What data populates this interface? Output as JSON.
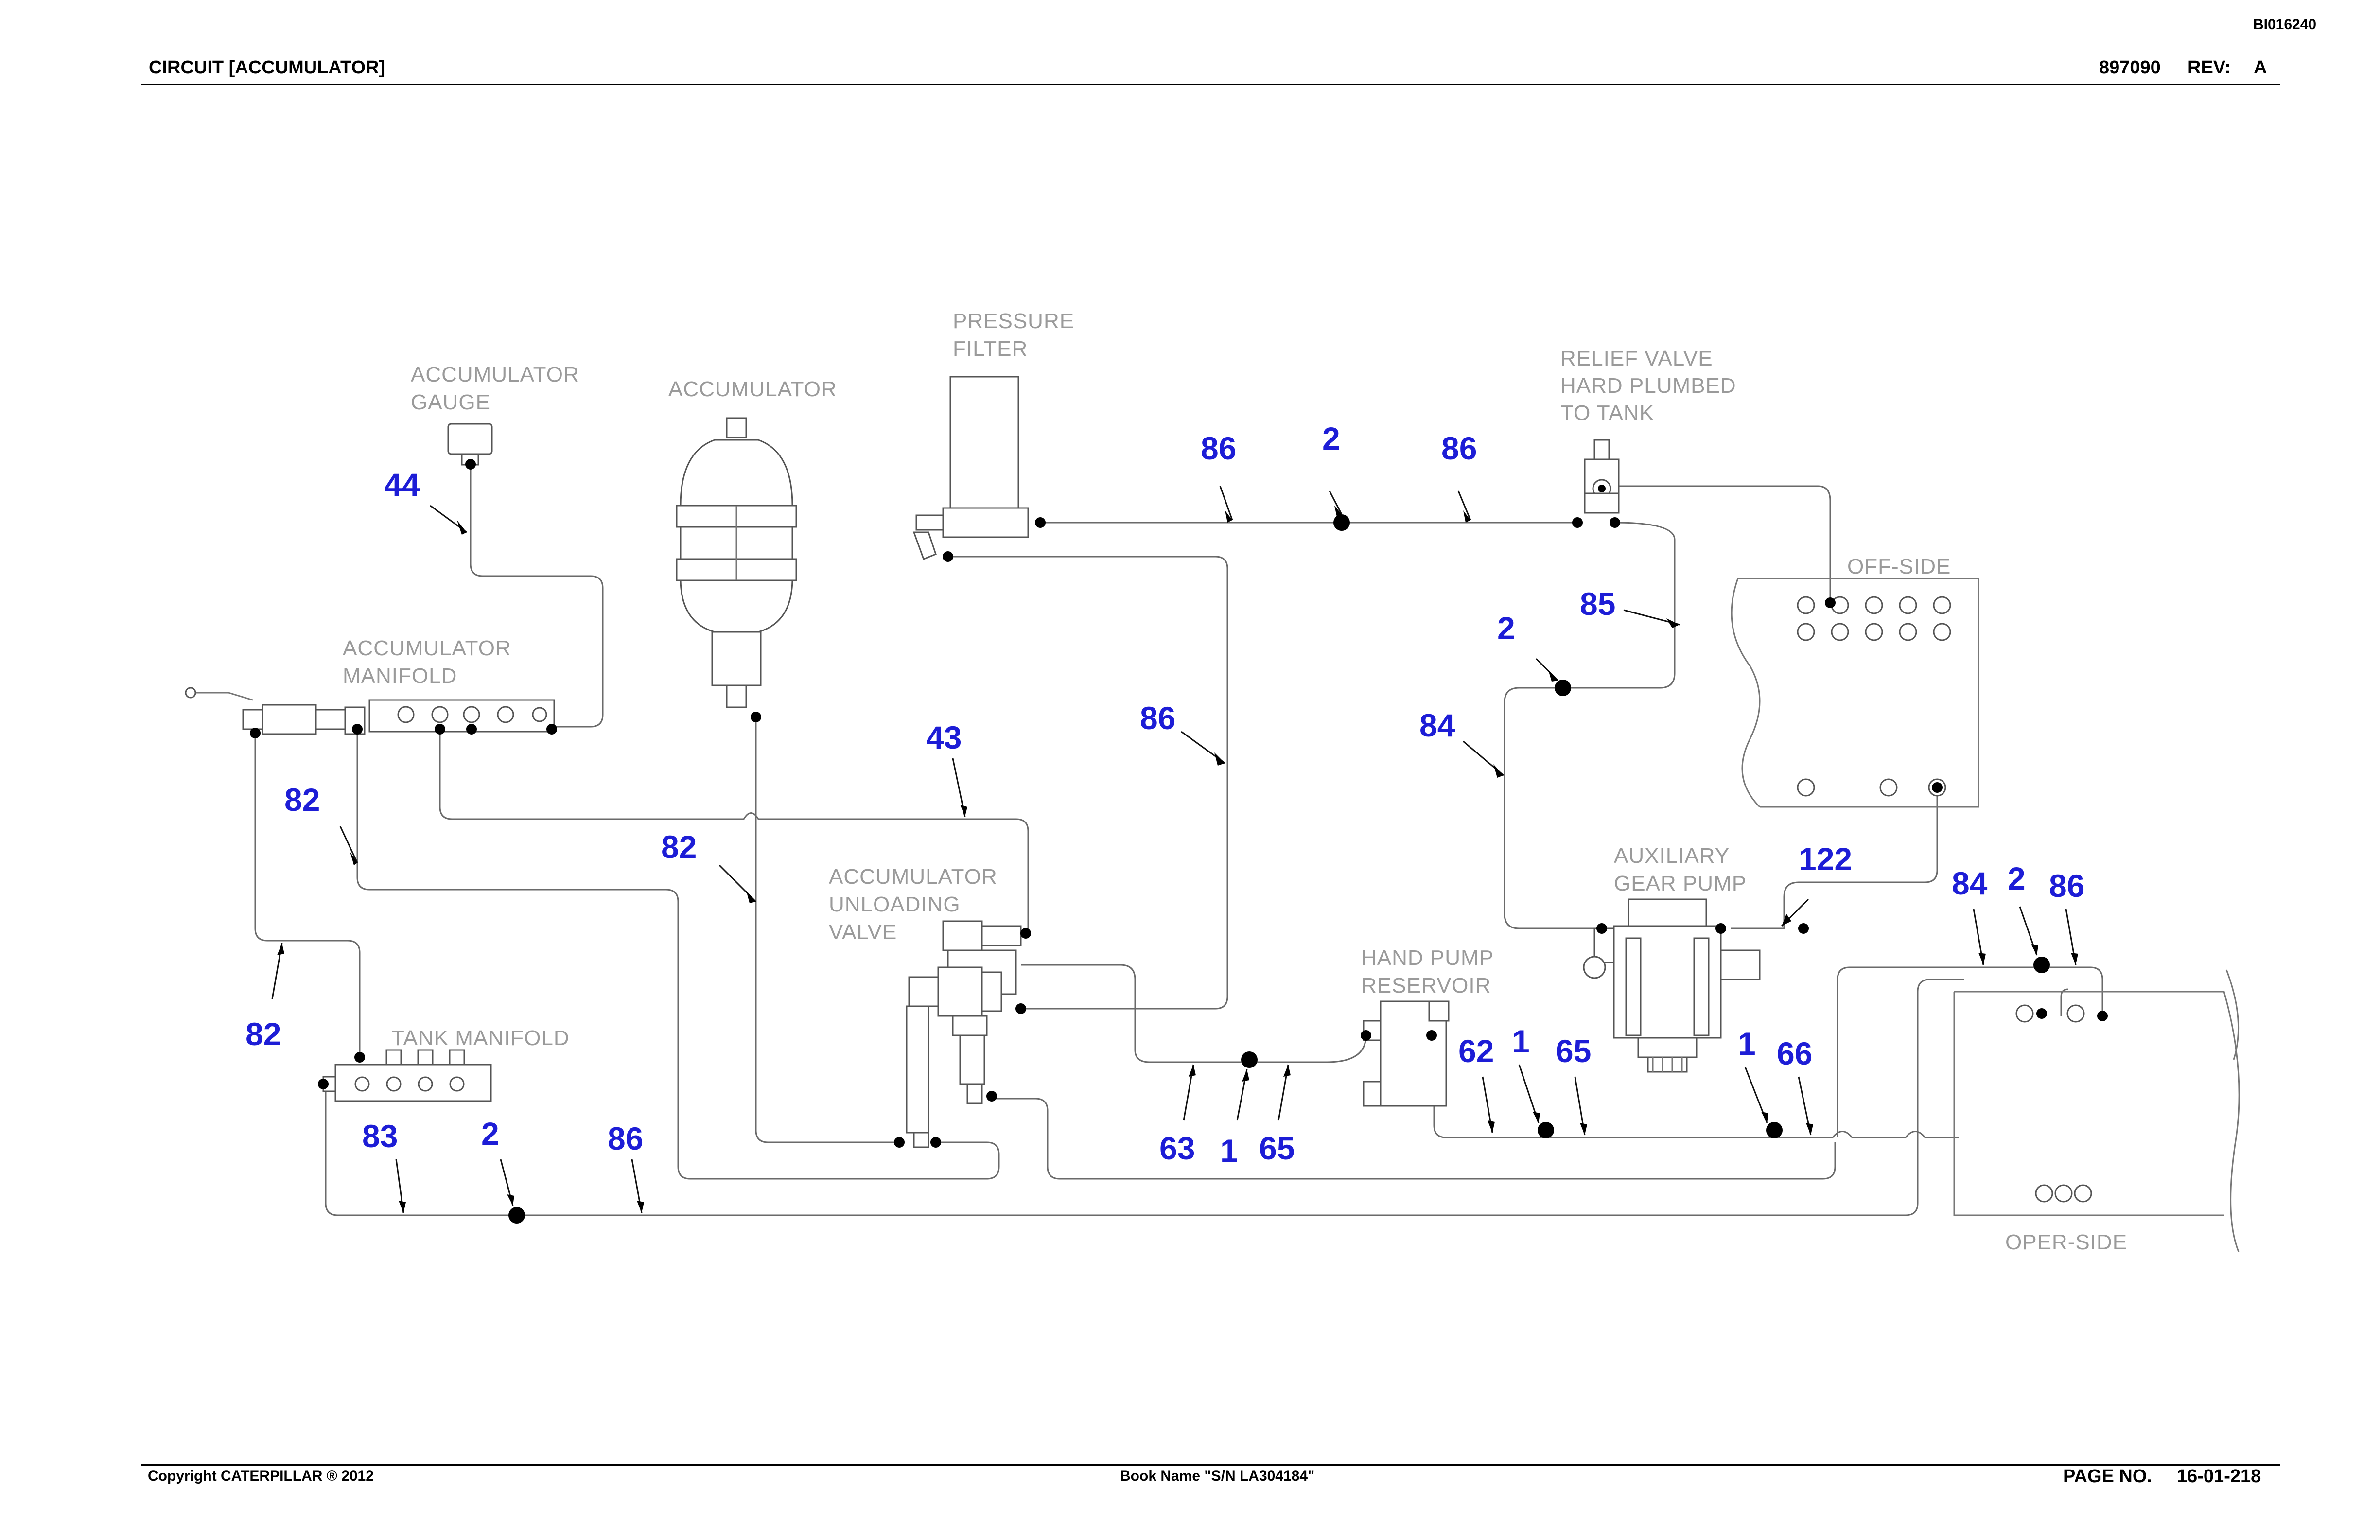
{
  "header": {
    "doc_code": "BI016240",
    "title": "CIRCUIT [ACCUMULATOR]",
    "part_number": "897090",
    "rev_label": "REV:",
    "rev_value": "A"
  },
  "footer": {
    "copyright": "Copyright CATERPILLAR ® 2012",
    "book_name": "Book Name \"S/N LA304184\"",
    "page_label": "PAGE NO.",
    "page_value": "16-01-218"
  },
  "components": {
    "accumulator_gauge": [
      "ACCUMULATOR",
      "GAUGE"
    ],
    "accumulator": [
      "ACCUMULATOR"
    ],
    "pressure_filter": [
      "PRESSURE",
      "FILTER"
    ],
    "relief_valve": [
      "RELIEF VALVE",
      "HARD PLUMBED",
      "TO TANK"
    ],
    "off_side": [
      "OFF-SIDE"
    ],
    "accumulator_manifold": [
      "ACCUMULATOR",
      "MANIFOLD"
    ],
    "accumulator_unloading_valve": [
      "ACCUMULATOR",
      "UNLOADING",
      "VALVE"
    ],
    "auxiliary_gear_pump": [
      "AUXILIARY",
      "GEAR PUMP"
    ],
    "hand_pump_reservoir": [
      "HAND PUMP",
      "RESERVOIR"
    ],
    "tank_manifold": [
      "TANK MANIFOLD"
    ],
    "oper_side": [
      "OPER-SIDE"
    ]
  },
  "callouts": [
    "44",
    "86",
    "2",
    "86",
    "85",
    "2",
    "84",
    "86",
    "43",
    "82",
    "82",
    "82",
    "122",
    "84",
    "2",
    "86",
    "62",
    "1",
    "65",
    "1",
    "66",
    "83",
    "2",
    "86",
    "63",
    "1",
    "65"
  ],
  "colors": {
    "callout": "#1d1dd6",
    "label": "#9a9a9a",
    "line": "#6a6a6a"
  }
}
